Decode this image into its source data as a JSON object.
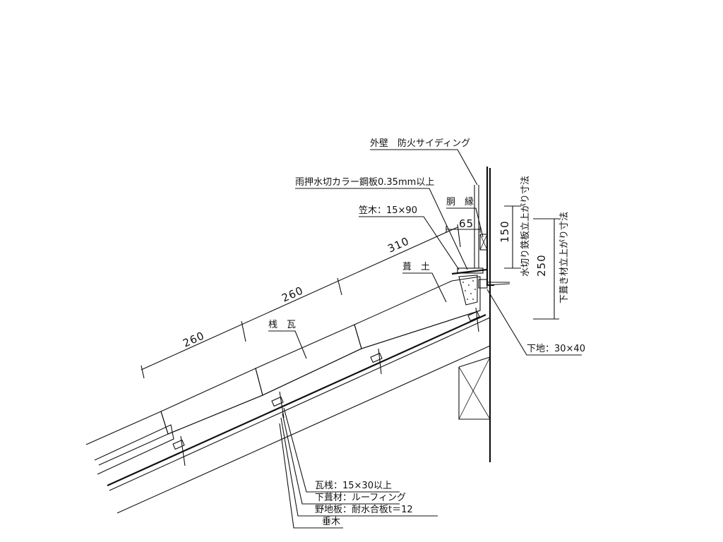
{
  "labels": {
    "exterior_wall": "外壁　防火サイディング",
    "flashing": "雨押水切カラー鋼板0.35mm以上",
    "coping": "笠木：15×90",
    "furring": "胴　縁",
    "mortar": "葺　土",
    "tile": "桟　瓦",
    "base": "下地：30×40",
    "batten": "瓦桟：15×30以上",
    "underlay": "下葺材：ルーフィング",
    "sheathing": "野地板：耐水合板t＝12",
    "rafter": "垂木",
    "flashing_height": "水切り鉄板立上がり寸法",
    "underlay_height": "下葺き材立上がり寸法"
  },
  "dimensions": {
    "d260a": "260",
    "d260b": "260",
    "d310": "310",
    "d65": "65",
    "d150": "150",
    "d250": "250"
  }
}
